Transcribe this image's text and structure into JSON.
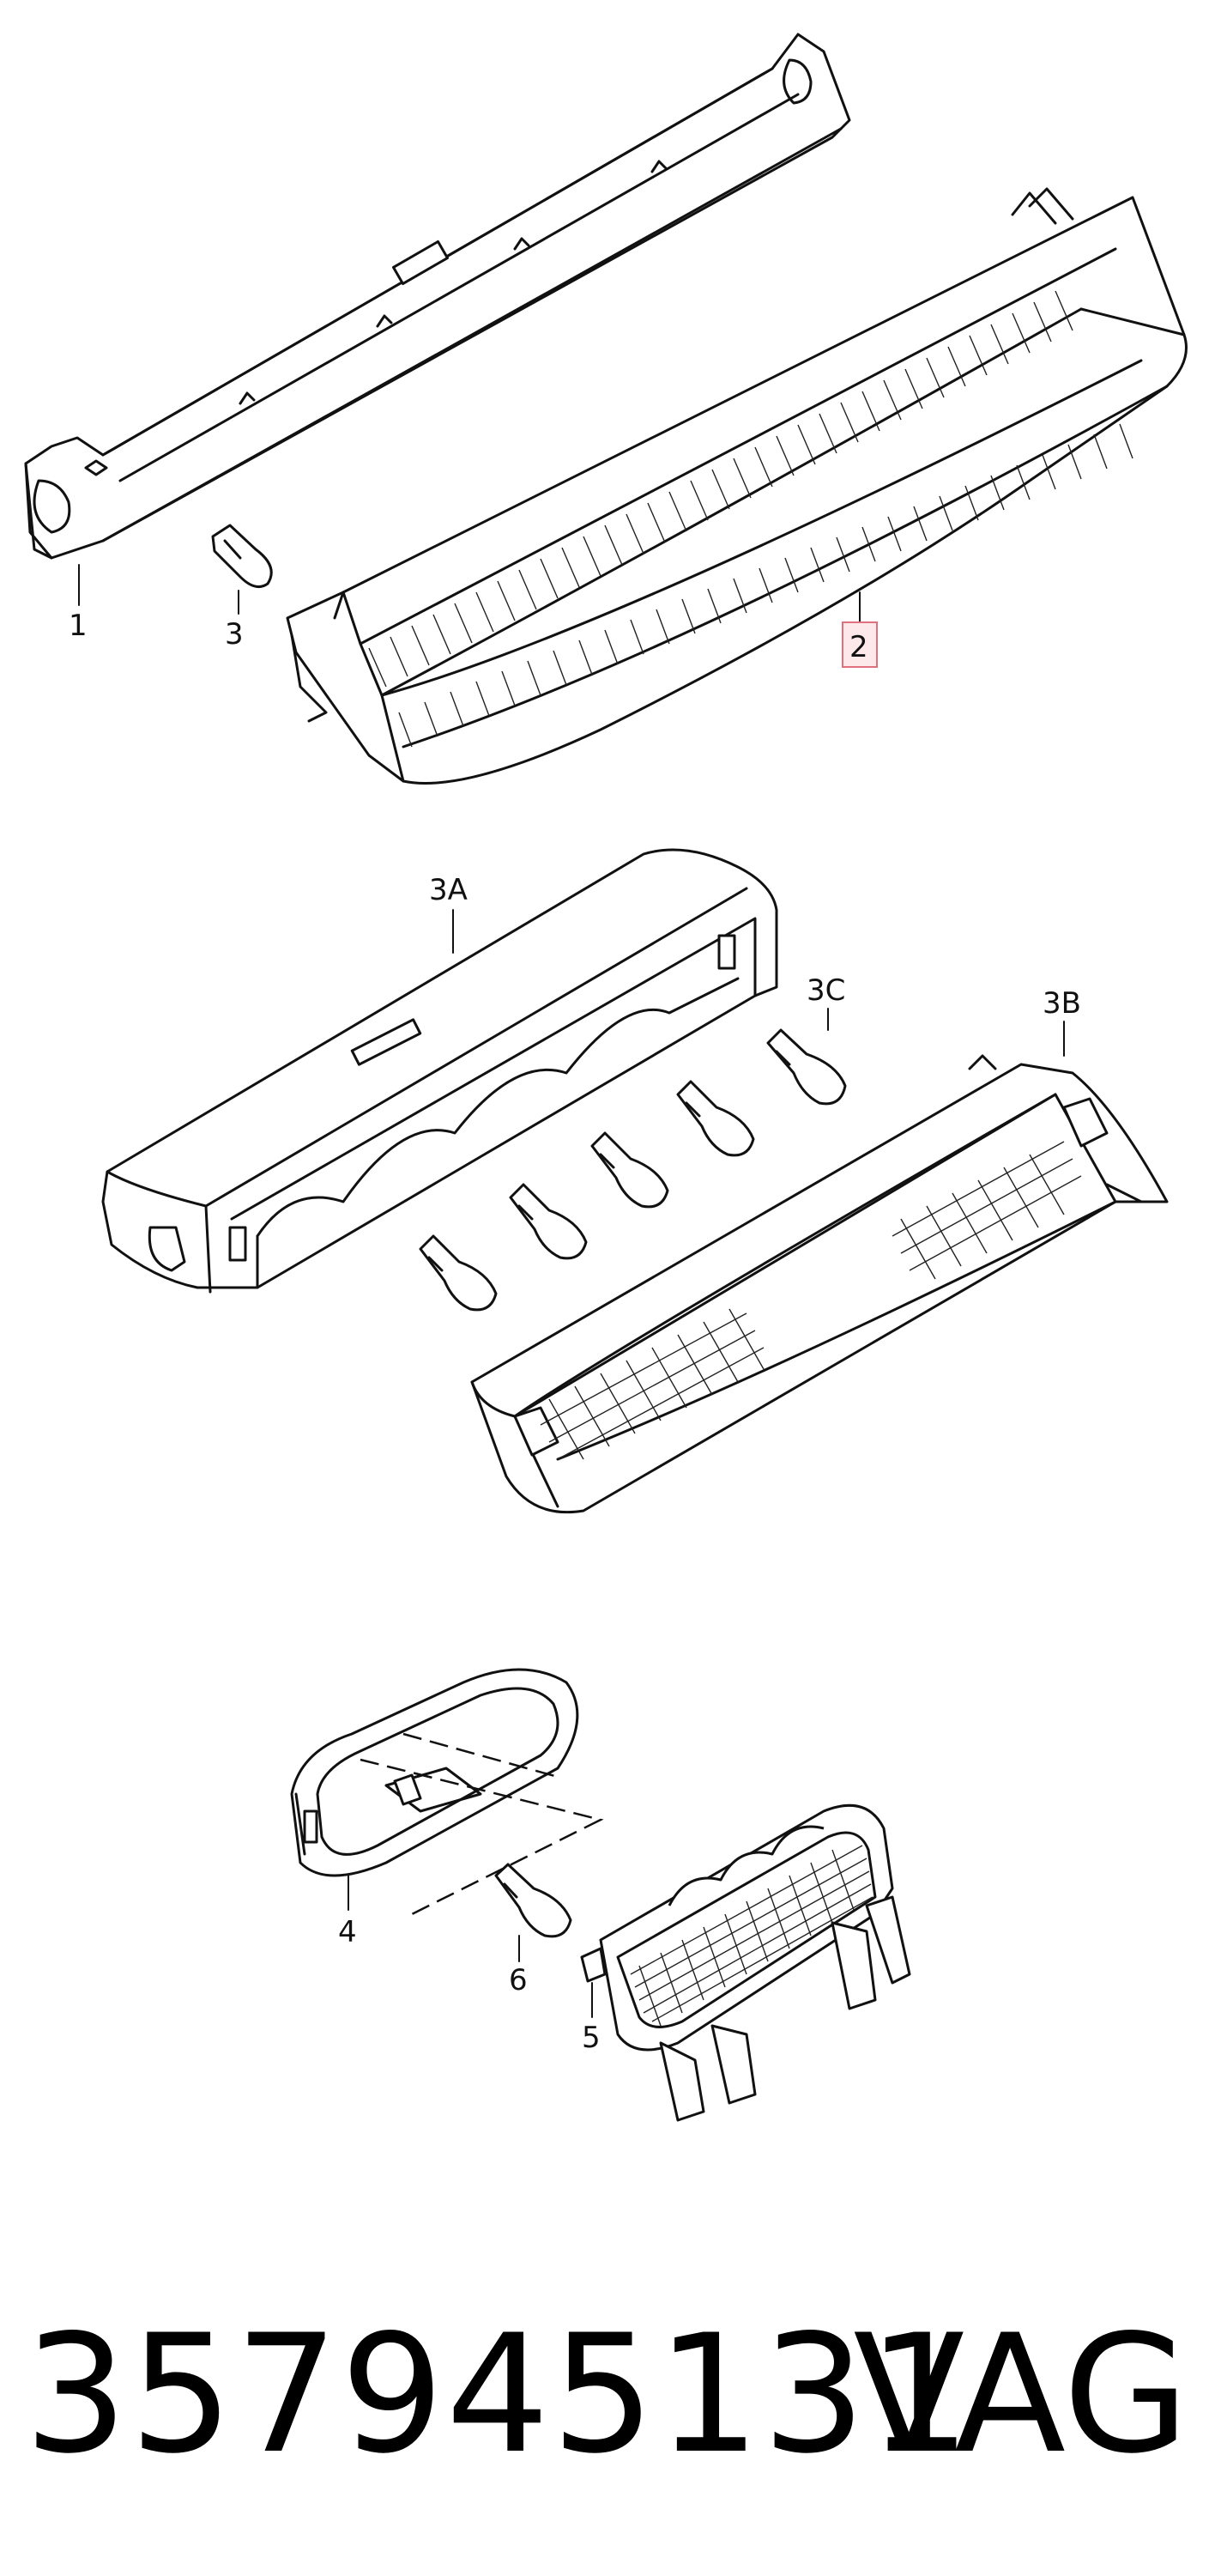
{
  "diagram": {
    "callouts": {
      "c1": "1",
      "c2": "2",
      "c3": "3",
      "c3a": "3A",
      "c3b": "3B",
      "c3c": "3C",
      "c4": "4",
      "c5": "5",
      "c6": "6"
    },
    "highlighted_callout": "2",
    "highlight_color": "#e0707e"
  },
  "footer": {
    "part_number": "357945131",
    "brand": "VAG"
  }
}
